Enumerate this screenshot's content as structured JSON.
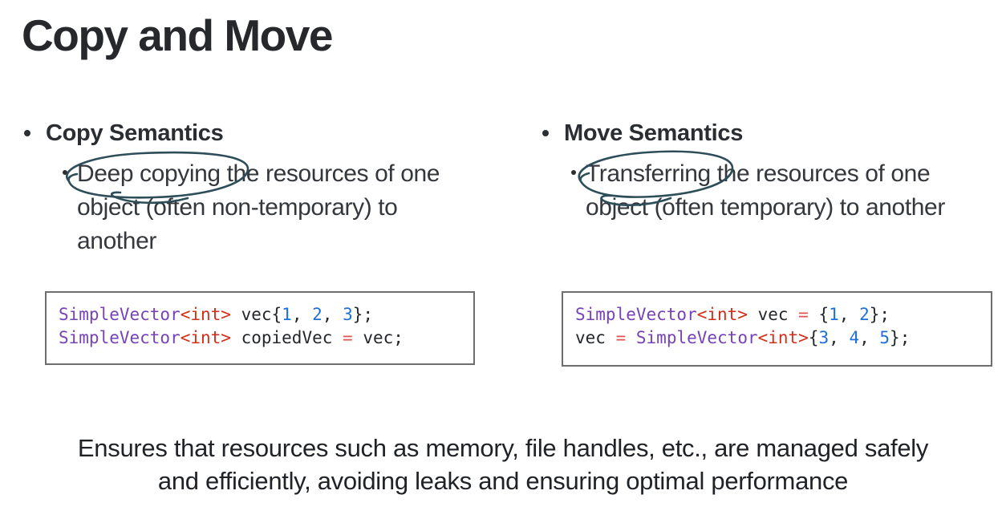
{
  "title": "Copy and Move",
  "columns": [
    {
      "heading": "Copy Semantics",
      "circled_phrase": "Deep copying",
      "body_lines": {
        "0": "Deep copying the resources of one",
        "1": "object (often non-temporary) to",
        "2": "another"
      }
    },
    {
      "heading": "Move Semantics",
      "circled_phrase": "Transferring",
      "body_lines": {
        "0": "Transferring the resources of one",
        "1": "object (often temporary) to another"
      }
    }
  ],
  "code_blocks": [
    {
      "name": "copy-semantics-example",
      "lines": [
        [
          {
            "t": "SimpleVector",
            "c": "type"
          },
          {
            "t": "<int>",
            "c": "template"
          },
          {
            "t": " vec{",
            "c": "plain"
          },
          {
            "t": "1",
            "c": "number"
          },
          {
            "t": ", ",
            "c": "plain"
          },
          {
            "t": "2",
            "c": "number"
          },
          {
            "t": ", ",
            "c": "plain"
          },
          {
            "t": "3",
            "c": "number"
          },
          {
            "t": "};",
            "c": "plain"
          }
        ],
        [
          {
            "t": "SimpleVector",
            "c": "type"
          },
          {
            "t": "<int>",
            "c": "template"
          },
          {
            "t": " copiedVec ",
            "c": "plain"
          },
          {
            "t": "=",
            "c": "operator"
          },
          {
            "t": " vec;",
            "c": "plain"
          }
        ]
      ]
    },
    {
      "name": "move-semantics-example",
      "lines": [
        [
          {
            "t": "SimpleVector",
            "c": "type"
          },
          {
            "t": "<int>",
            "c": "template"
          },
          {
            "t": " vec ",
            "c": "plain"
          },
          {
            "t": "=",
            "c": "operator"
          },
          {
            "t": " {",
            "c": "plain"
          },
          {
            "t": "1",
            "c": "number"
          },
          {
            "t": ", ",
            "c": "plain"
          },
          {
            "t": "2",
            "c": "number"
          },
          {
            "t": "};",
            "c": "plain"
          }
        ],
        [
          {
            "t": "vec ",
            "c": "plain"
          },
          {
            "t": "=",
            "c": "operator"
          },
          {
            "t": " ",
            "c": "plain"
          },
          {
            "t": "SimpleVector",
            "c": "type"
          },
          {
            "t": "<int>",
            "c": "template"
          },
          {
            "t": "{",
            "c": "plain"
          },
          {
            "t": "3",
            "c": "number"
          },
          {
            "t": ", ",
            "c": "plain"
          },
          {
            "t": "4",
            "c": "number"
          },
          {
            "t": ", ",
            "c": "plain"
          },
          {
            "t": "5",
            "c": "number"
          },
          {
            "t": "};",
            "c": "plain"
          }
        ]
      ]
    }
  ],
  "summary_lines": {
    "0": "Ensures that resources such as memory, file handles, etc., are managed safely",
    "1": "and efficiently, avoiding leaks and ensuring optimal performance"
  },
  "colors": {
    "title_text": "#26282c",
    "body_text": "#34383d",
    "code_plain": "#24272b",
    "code_type": "#7642b8",
    "code_template": "#d12f1b",
    "code_number": "#1e6fd8",
    "code_operator": "#e05252",
    "code_border": "#6e6e6e",
    "annotation_ink": "#2d4d58"
  }
}
